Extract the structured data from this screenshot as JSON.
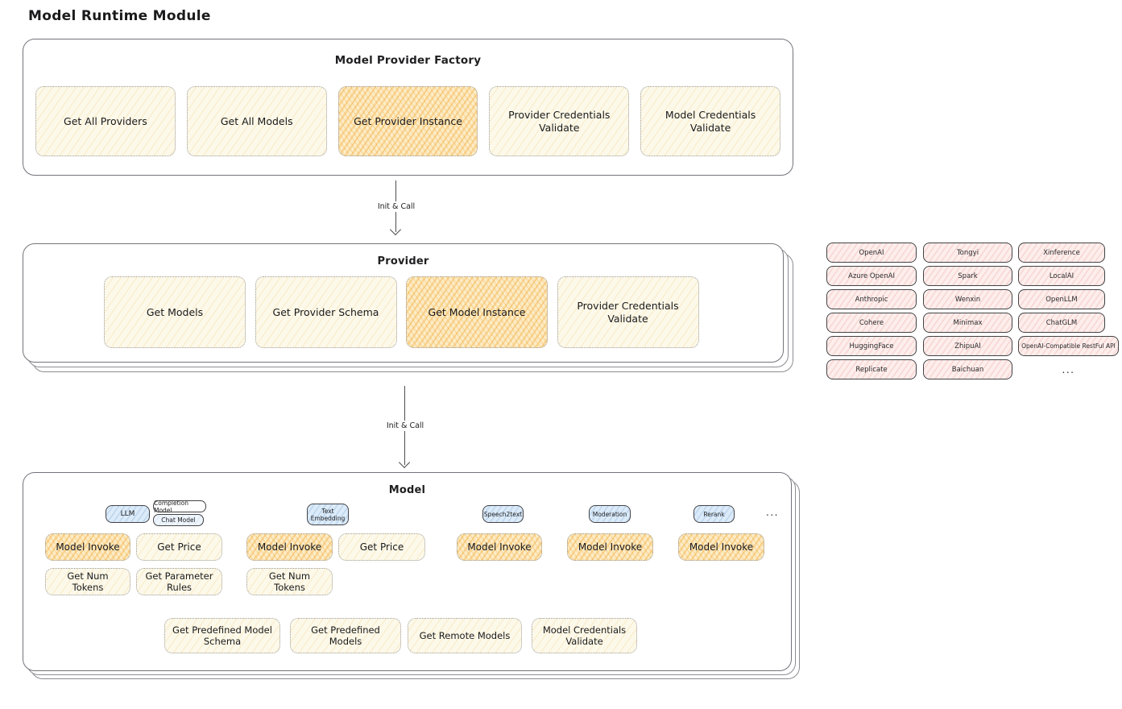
{
  "page_title": "Model Runtime Module",
  "colors": {
    "yellow_fill": "#fdf9ea",
    "orange_highlight_hatch": "#f3ad42",
    "pink_fill": "#fdeeec",
    "blue_fill": "#dcebf9",
    "box_border_gray": "#74747b"
  },
  "factory": {
    "title": "Model Provider Factory",
    "items": [
      {
        "label": "Get All Providers",
        "highlighted": false
      },
      {
        "label": "Get All Models",
        "highlighted": false
      },
      {
        "label": "Get Provider Instance",
        "highlighted": true
      },
      {
        "label": "Provider Credentials Validate",
        "highlighted": false
      },
      {
        "label": "Model Credentials Validate",
        "highlighted": false
      }
    ]
  },
  "arrow1": {
    "label": "Init & Call"
  },
  "arrow2": {
    "label": "Init & Call"
  },
  "provider": {
    "title": "Provider",
    "items": [
      {
        "label": "Get Models",
        "highlighted": false
      },
      {
        "label": "Get Provider Schema",
        "highlighted": false
      },
      {
        "label": "Get Model Instance",
        "highlighted": true
      },
      {
        "label": "Provider Credentials Validate",
        "highlighted": false
      }
    ]
  },
  "providers_list": {
    "col1": [
      "OpenAI",
      "Azure OpenAI",
      "Anthropic",
      "Cohere",
      "HuggingFace",
      "Replicate"
    ],
    "col2": [
      "Tongyi",
      "Spark",
      "Wenxin",
      "Minimax",
      "ZhipuAI",
      "Baichuan"
    ],
    "col3": [
      "Xinference",
      "LocalAI",
      "OpenLLM",
      "ChatGLM",
      "OpenAI-Compatible RestFul API"
    ],
    "ellipsis": "..."
  },
  "model": {
    "title": "Model",
    "tags": {
      "llm": "LLM",
      "completion_model": "Completion Model",
      "chat_model": "Chat Model",
      "text_embedding": "Text Embedding",
      "speech2text": "Speech2text",
      "moderation": "Moderation",
      "rerank": "Rerank",
      "ellipsis": "..."
    },
    "llm_actions": [
      {
        "label": "Model Invoke",
        "highlighted": true
      },
      {
        "label": "Get Price",
        "highlighted": false
      },
      {
        "label": "Get Num Tokens",
        "highlighted": false
      },
      {
        "label": "Get Parameter Rules",
        "highlighted": false
      }
    ],
    "embedding_actions": [
      {
        "label": "Model Invoke",
        "highlighted": true
      },
      {
        "label": "Get Price",
        "highlighted": false
      },
      {
        "label": "Get Num Tokens",
        "highlighted": false
      }
    ],
    "speech2text_actions": [
      {
        "label": "Model Invoke",
        "highlighted": true
      }
    ],
    "moderation_actions": [
      {
        "label": "Model Invoke",
        "highlighted": true
      }
    ],
    "rerank_actions": [
      {
        "label": "Model Invoke",
        "highlighted": true
      }
    ],
    "bottom_actions": [
      {
        "label": "Get Predefined Model Schema",
        "highlighted": false
      },
      {
        "label": "Get Predefined Models",
        "highlighted": false
      },
      {
        "label": "Get Remote Models",
        "highlighted": false
      },
      {
        "label": "Model Credentials Validate",
        "highlighted": false
      }
    ]
  }
}
